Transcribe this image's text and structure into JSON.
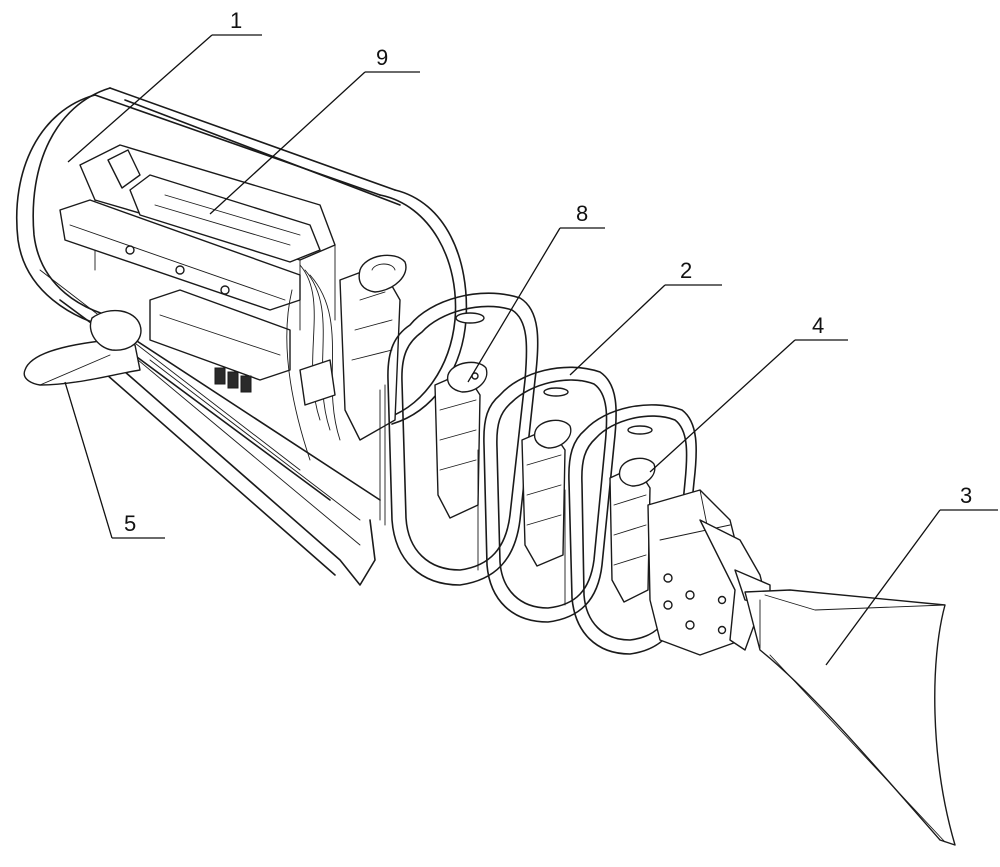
{
  "figure": {
    "callouts": [
      {
        "id": "1",
        "label": "1"
      },
      {
        "id": "9",
        "label": "9"
      },
      {
        "id": "8",
        "label": "8"
      },
      {
        "id": "2",
        "label": "2"
      },
      {
        "id": "4",
        "label": "4"
      },
      {
        "id": "3",
        "label": "3"
      },
      {
        "id": "5",
        "label": "5"
      }
    ]
  }
}
